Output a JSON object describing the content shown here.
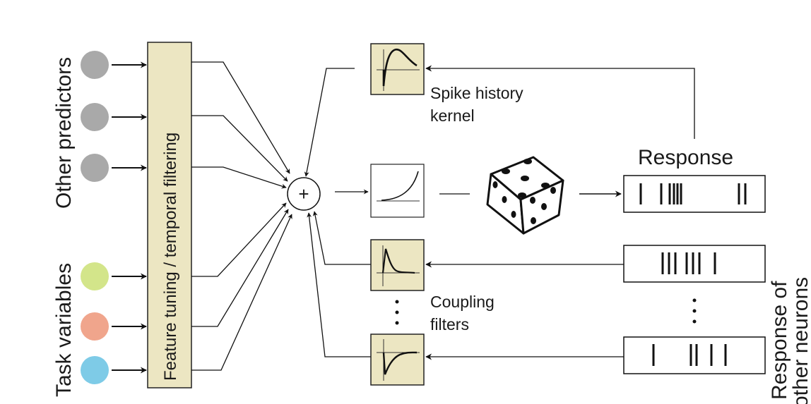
{
  "labels": {
    "other_predictors": "Other predictors",
    "task_variables": "Task variables",
    "feature_tuning": "Feature tuning / temporal filtering",
    "sum_symbol": "+",
    "spike_history_line1": "Spike history",
    "spike_history_line2": "kernel",
    "response": "Response",
    "coupling_line1": "Coupling",
    "coupling_line2": "filters",
    "response_of_other_line1": "Response of",
    "response_of_other_line2": "other neurons"
  },
  "colors": {
    "filter_box": "#ece6c2",
    "other_predictor_dot": "#a9a9a9",
    "task_green": "#d3e58a",
    "task_salmon": "#f0a58c",
    "task_blue": "#7ecbe7"
  },
  "icons": {
    "stochastic": "dice-icon"
  }
}
